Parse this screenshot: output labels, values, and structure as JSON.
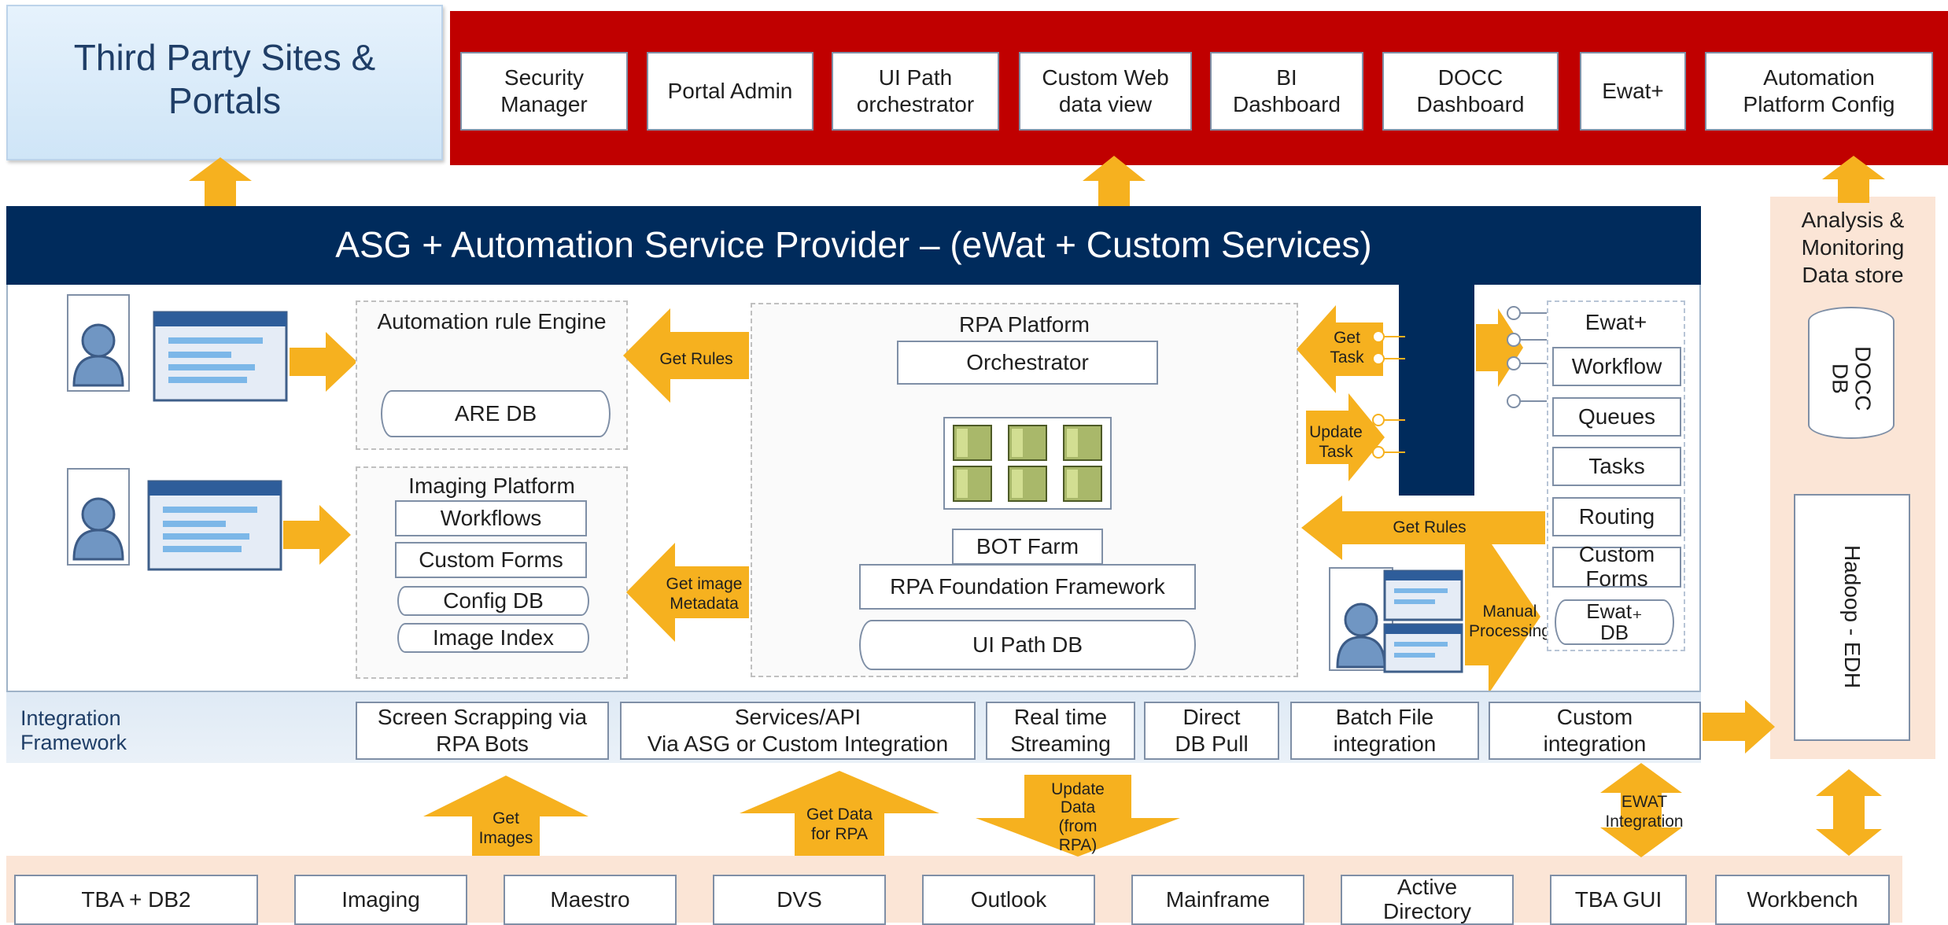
{
  "top_left": {
    "title": "Third Party Sites &\nPortals"
  },
  "top_bar": {
    "items": [
      "Security\nManager",
      "Portal Admin",
      "UI Path\norchestrator",
      "Custom Web\ndata view",
      "BI\nDashboard",
      "DOCC\nDashboard",
      "Ewat+",
      "Automation\nPlatform Config"
    ]
  },
  "banner": {
    "title": "ASG + Automation Service Provider – (eWat + Custom Services)"
  },
  "rule_engine": {
    "title": "Automation rule Engine",
    "db": "ARE DB"
  },
  "imaging_platform": {
    "title": "Imaging Platform",
    "workflows": "Workflows",
    "custom_forms": "Custom Forms",
    "config_db": "Config DB",
    "image_index": "Image Index"
  },
  "rpa": {
    "title": "RPA Platform",
    "orchestrator": "Orchestrator",
    "bot_farm": "BOT Farm",
    "foundation": "RPA Foundation Framework",
    "db": "UI Path DB"
  },
  "ewat": {
    "title": "Ewat+",
    "workflow": "Workflow",
    "queues": "Queues",
    "tasks": "Tasks",
    "routing": "Routing",
    "custom_forms": "Custom\nForms",
    "db": "Ewat₊\nDB"
  },
  "arrows": {
    "get_rules_left": "Get Rules",
    "get_image_metadata": "Get image\nMetadata",
    "get_task": "Get\nTask",
    "update_task": "Update\nTask",
    "get_rules_right": "Get Rules",
    "manual_processing": "Manual\nProcessing",
    "get_images": "Get\nImages",
    "get_data_rpa": "Get Data\nfor RPA",
    "update_data": "Update\nData\n(from\nRPA)",
    "ewat_integration": "EWAT\nIntegration"
  },
  "analysis": {
    "title": "Analysis &\nMonitoring\nData store",
    "docc_db": "DOCC\nDB",
    "hadoop": "Hadoop - EDH"
  },
  "integration": {
    "label": "Integration\nFramework",
    "items": [
      "Screen Scrapping via\nRPA  Bots",
      "Services/API\nVia ASG or Custom Integration",
      "Real time\nStreaming",
      "Direct\nDB Pull",
      "Batch File\nintegration",
      "Custom\nintegration"
    ]
  },
  "bottom": {
    "items": [
      "TBA + DB2",
      "Imaging",
      "Maestro",
      "DVS",
      "Outlook",
      "Mainframe",
      "Active\nDirectory",
      "TBA GUI",
      "Workbench"
    ]
  },
  "colors": {
    "red": "#c00000",
    "navy": "#002b5c",
    "orange": "#f6b11f",
    "peach": "#fbe5d6",
    "lightblue": "#deebf7"
  }
}
